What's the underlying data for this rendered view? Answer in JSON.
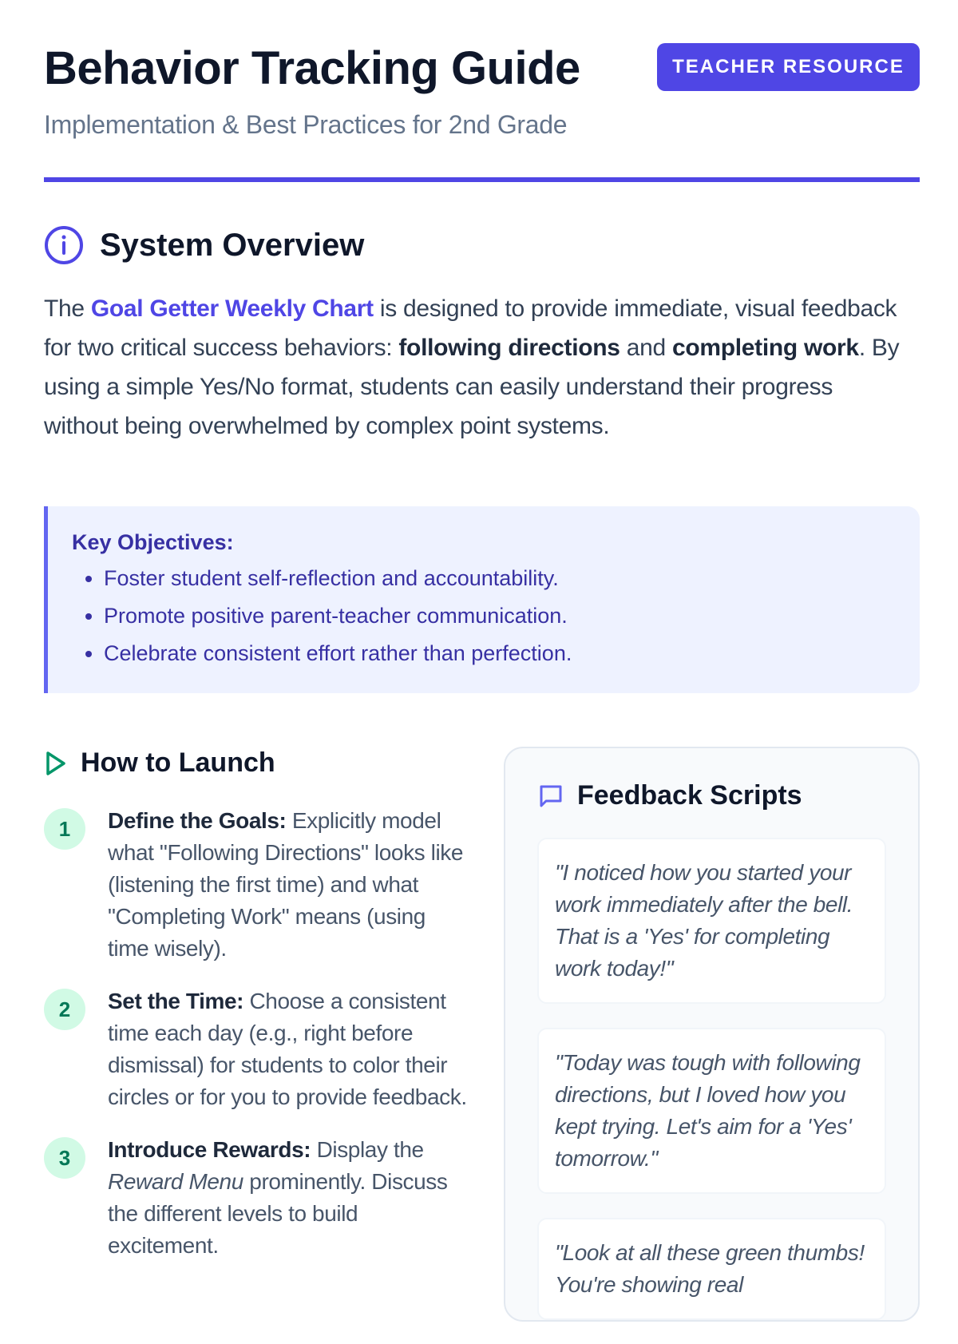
{
  "header": {
    "title": "Behavior Tracking Guide",
    "subtitle": "Implementation & Best Practices for 2nd Grade",
    "badge": "TEACHER RESOURCE"
  },
  "overview": {
    "title": "System Overview",
    "p_start": "The ",
    "chart_name": "Goal Getter Weekly Chart",
    "p_mid1": " is designed to provide immediate, visual feedback for two critical success behaviors: ",
    "behavior1": "following directions",
    "p_mid2": " and ",
    "behavior2": "completing work",
    "p_end": ". By using a simple Yes/No format, students can easily understand their progress without being overwhelmed by complex point systems."
  },
  "objectives": {
    "title": "Key Objectives:",
    "items": [
      "Foster student self-reflection and accountability.",
      "Promote positive parent-teacher communication.",
      "Celebrate consistent effort rather than perfection."
    ]
  },
  "launch": {
    "title": "How to Launch",
    "steps": [
      {
        "num": "1",
        "label": "Define the Goals:",
        "text": " Explicitly model what \"Following Directions\" looks like (listening the first time) and what \"Completing Work\" means (using time wisely)."
      },
      {
        "num": "2",
        "label": "Set the Time:",
        "text": " Choose a consistent time each day (e.g., right before dismissal) for students to color their circles or for you to provide feedback."
      },
      {
        "num": "3",
        "label": "Introduce Rewards:",
        "text_pre": " Display the ",
        "em": "Reward Menu",
        "text": " prominently. Discuss the different levels to build excitement."
      }
    ]
  },
  "feedback": {
    "title": "Feedback Scripts",
    "quotes": [
      "\"I noticed how you started your work immediately after the bell. That is a 'Yes' for completing work today!\"",
      "\"Today was tough with following directions, but I loved how you kept trying. Let's aim for a 'Yes' tomorrow.\"",
      "\"Look at all these green thumbs! You're showing real"
    ]
  }
}
